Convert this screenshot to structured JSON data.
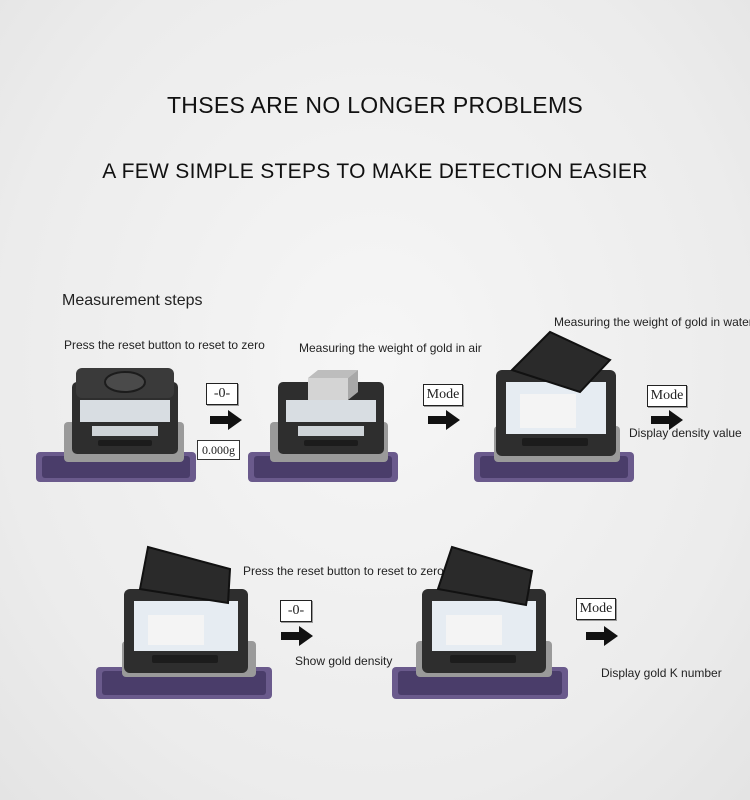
{
  "header": {
    "title": "THSES ARE NO LONGER PROBLEMS",
    "subtitle": "A FEW SIMPLE STEPS TO MAKE DETECTION EASIER"
  },
  "section_title": "Measurement steps",
  "steps": {
    "step1": {
      "caption": "Press the reset button to reset to zero",
      "button_label": "-0-",
      "readout": "0.000g"
    },
    "step2": {
      "caption": "Measuring the weight of gold in air",
      "button_label": "Mode"
    },
    "step3": {
      "caption": "Measuring the weight of gold in water",
      "button_label": "Mode",
      "result": "Display density value"
    },
    "step4": {
      "caption": "Press the reset button to reset to zero",
      "button_label": "-0-",
      "result": "Show gold density"
    },
    "step5": {
      "button_label": "Mode",
      "result": "Display gold K number"
    }
  },
  "colors": {
    "device_body": "#2e2e2e",
    "scale_base": "#5a4a7a",
    "water": "#e6ecf2"
  },
  "icons": [
    "right-arrow-icon"
  ]
}
